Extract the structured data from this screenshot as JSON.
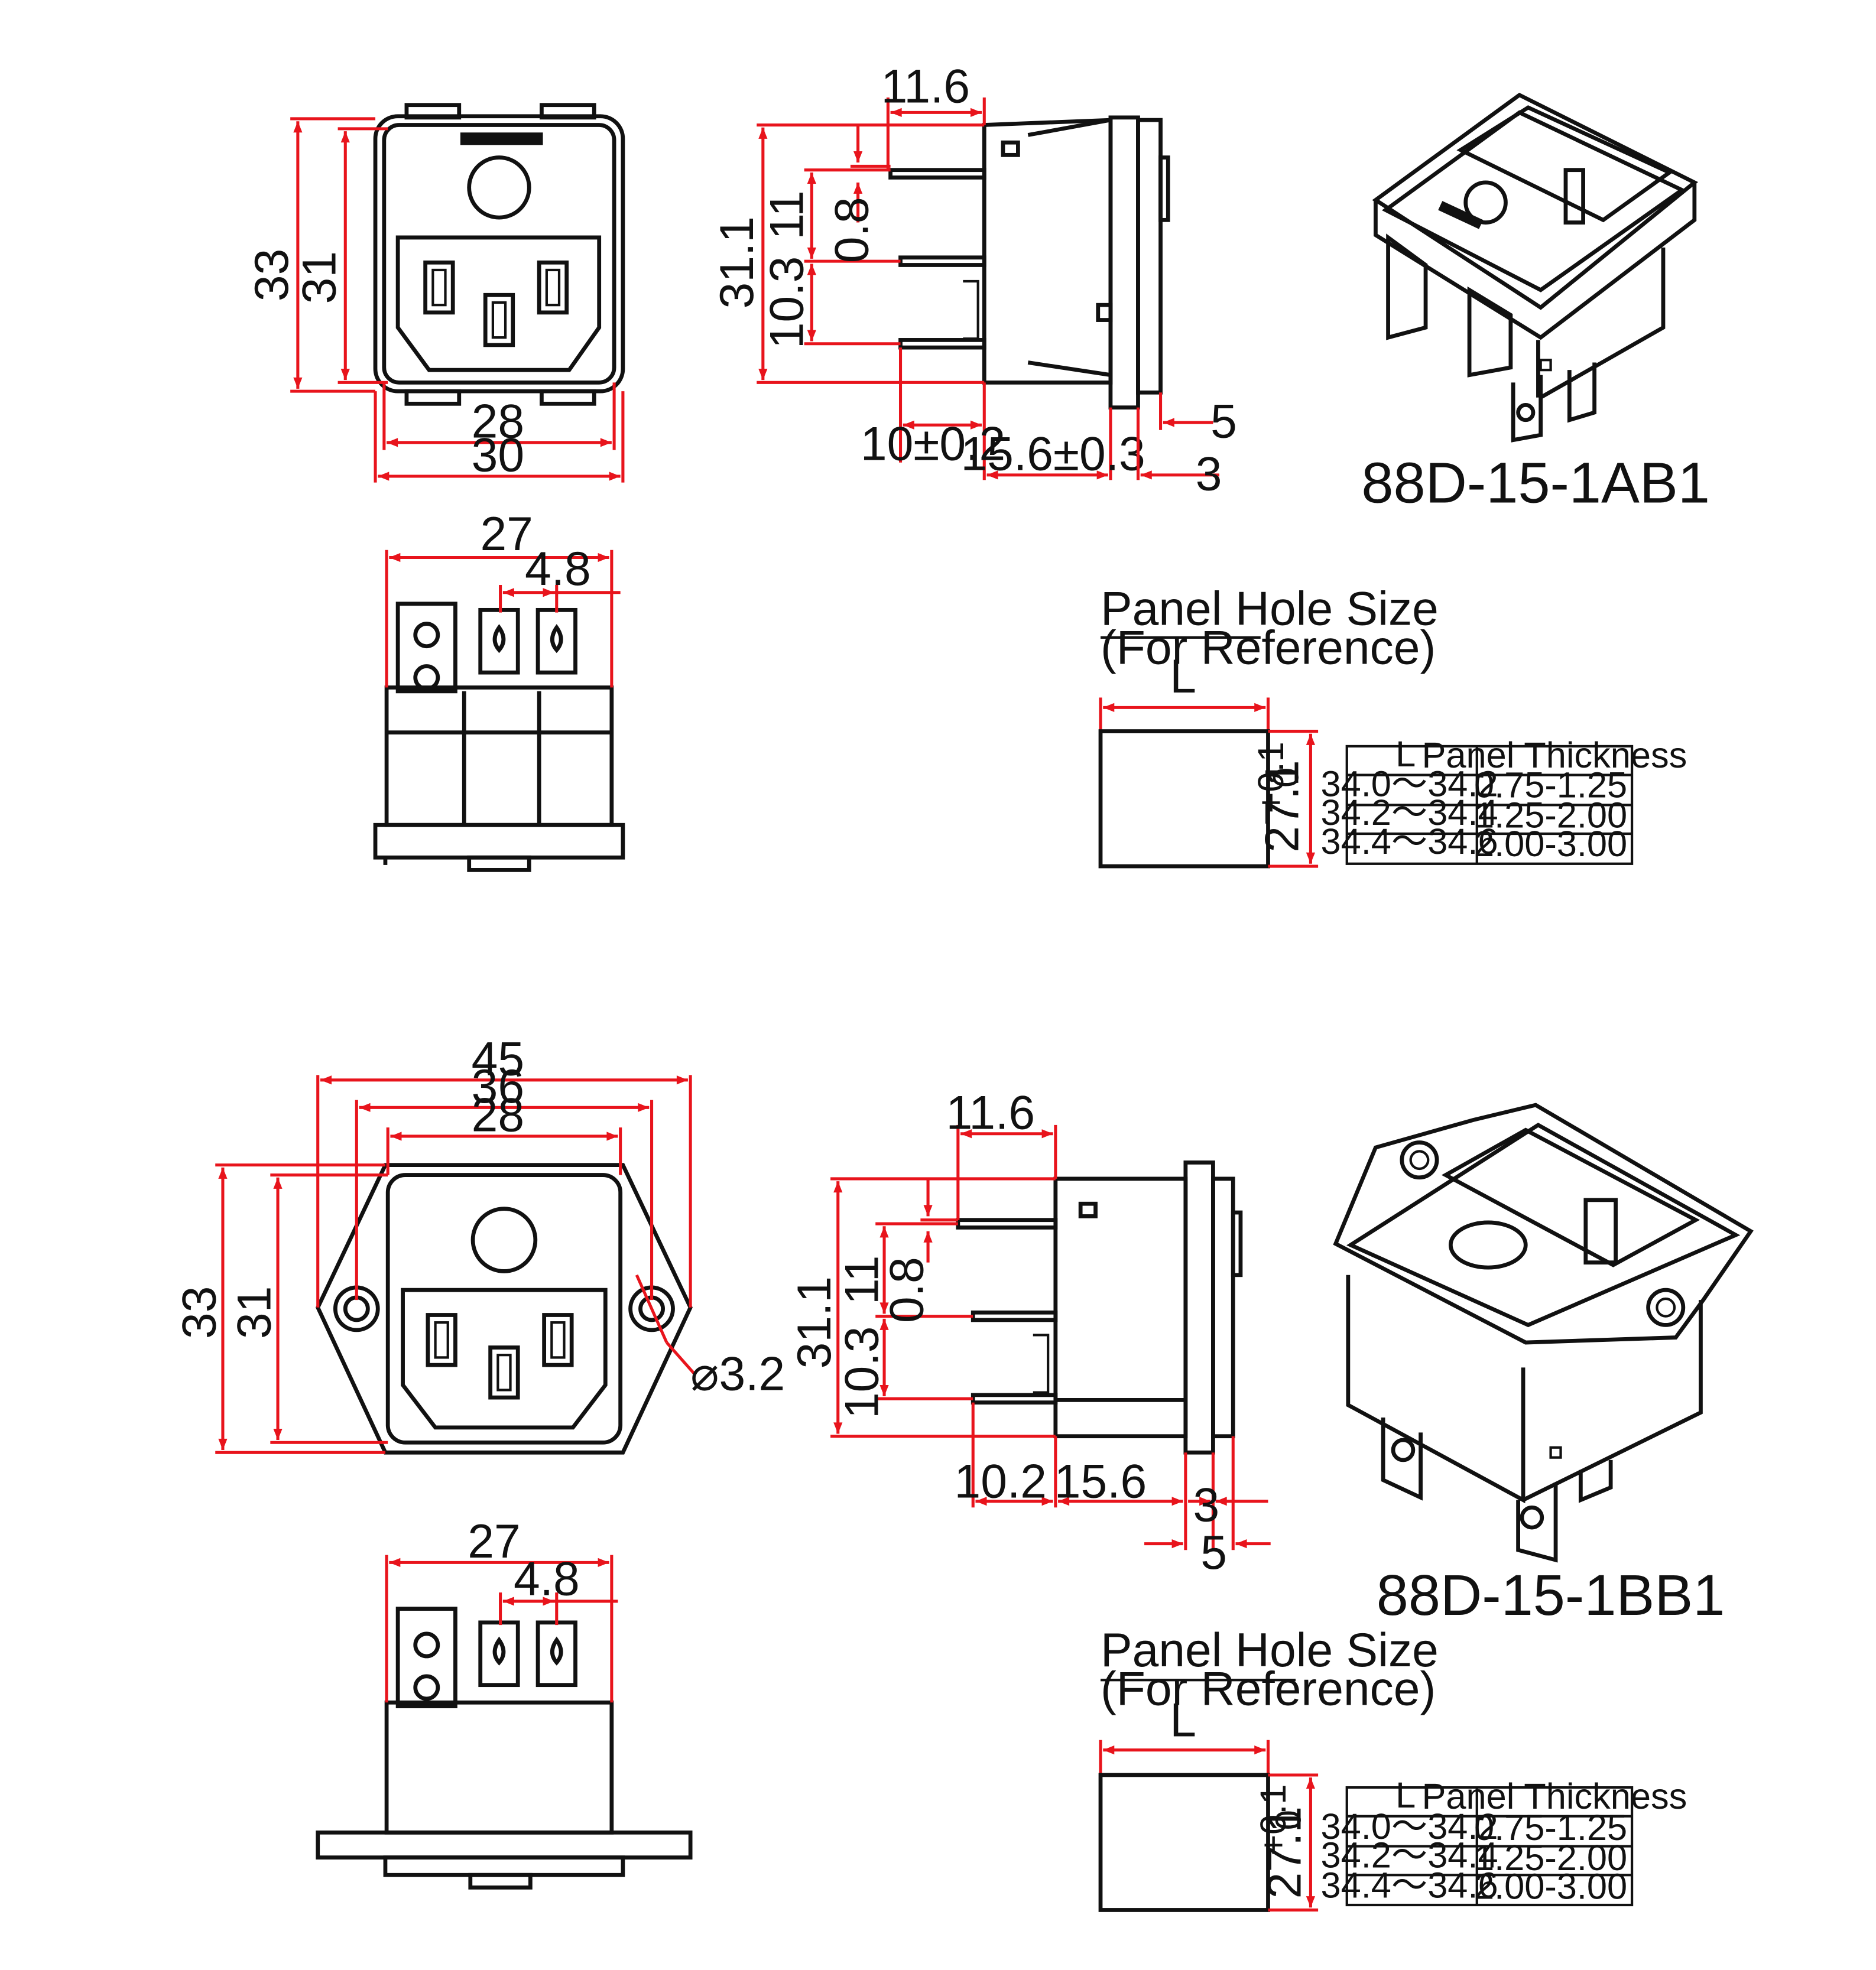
{
  "colors": {
    "outline": "#111111",
    "dimension": "#e8141c",
    "background": "#ffffff"
  },
  "ab1": {
    "model": "88D-15-1AB1",
    "front": {
      "h_outer": "33",
      "h_inner": "31",
      "w_inner": "28",
      "w_outer": "30"
    },
    "side": {
      "top_len": "11.6",
      "pin_gap": "11",
      "pin_thk": "0.8",
      "total_h": "31.1",
      "pin_spacing": "10.3",
      "pin_len": "10±0.2",
      "body_len": "15.6±0.3",
      "flange_5": "5",
      "flange_3": "3"
    },
    "bottom": {
      "width": "27",
      "pitch": "4.8"
    }
  },
  "bb1": {
    "model": "88D-15-1BB1",
    "front": {
      "w_total": "45",
      "w_holes": "36",
      "w_inner": "28",
      "h_outer": "33",
      "h_inner": "31",
      "hole_dia": "⌀3.2"
    },
    "side": {
      "top_len": "11.6",
      "pin_gap": "11",
      "pin_thk": "0.8",
      "total_h": "31.1",
      "pin_spacing": "10.3",
      "pin_len": "10.2",
      "body_len": "15.6",
      "flange_3": "3",
      "flange_5": "5"
    },
    "bottom": {
      "width": "27",
      "pitch": "4.8"
    }
  },
  "panel": {
    "title": "Panel Hole Size",
    "subtitle": "(For Reference)",
    "width_label": "L",
    "height_label": "27.1",
    "tol_plus": "+0.1",
    "tol_minus": "0",
    "table": {
      "headers": [
        "L",
        "Panel Thickness"
      ],
      "rows": [
        [
          "34.0～34.2",
          "0.75-1.25"
        ],
        [
          "34.2～34.4",
          "1.25-2.00"
        ],
        [
          "34.4～34.6",
          "2.00-3.00"
        ]
      ]
    }
  }
}
